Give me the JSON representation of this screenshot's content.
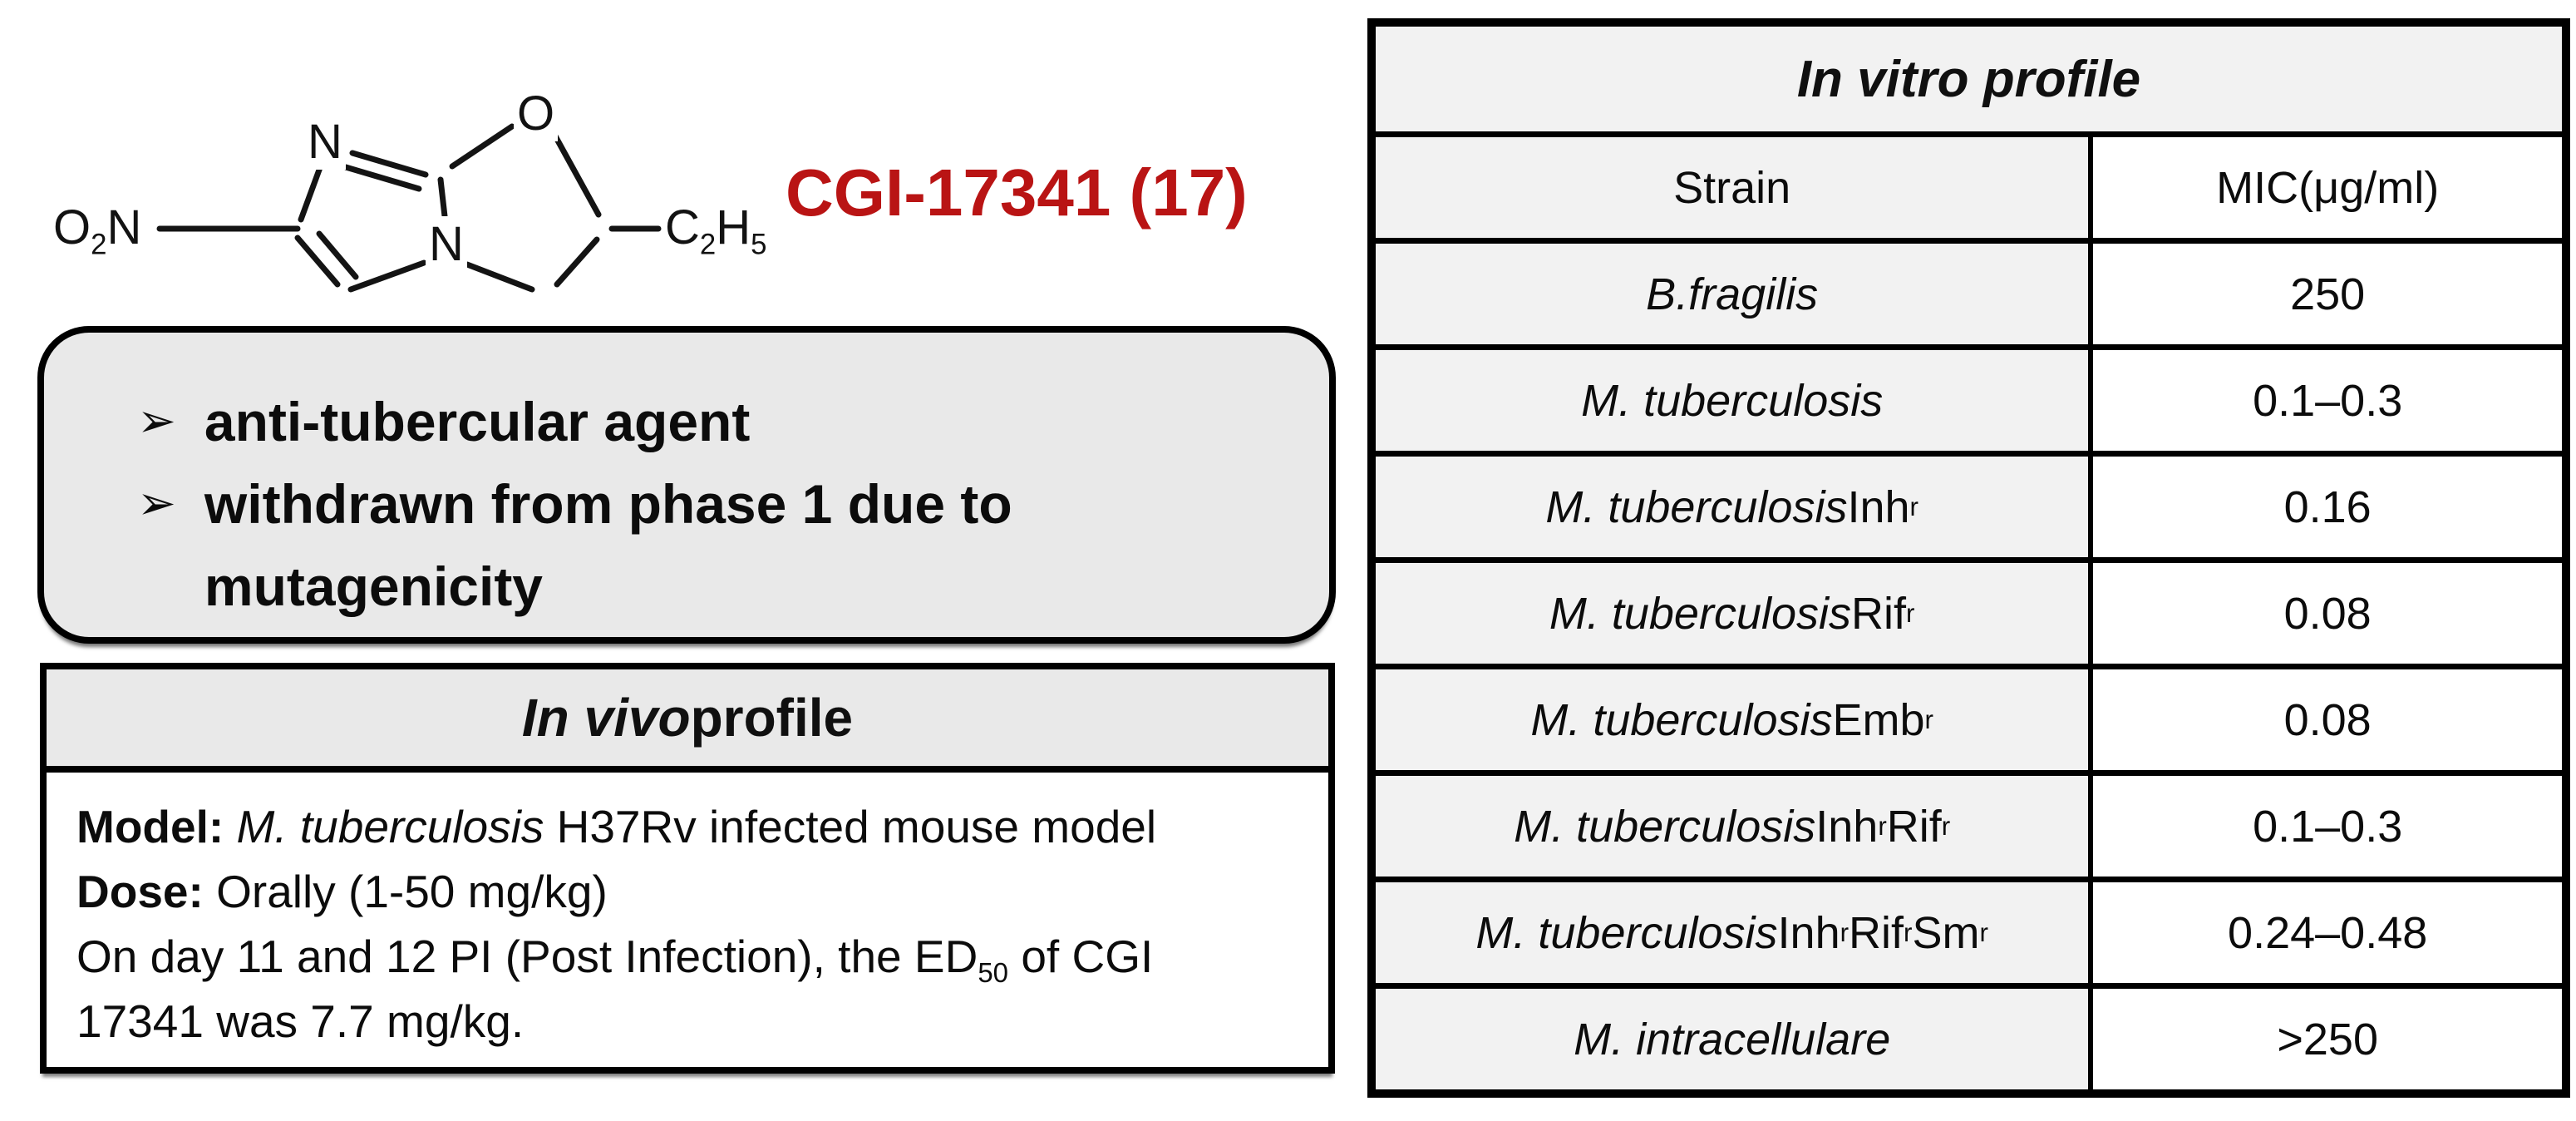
{
  "colors": {
    "accent_red": "#b91414",
    "box_gray": "#e9e9e9",
    "table_gray": "#f2f2f2",
    "border_black": "#000000"
  },
  "compound": {
    "title": "CGI-17341 (17)",
    "atoms": {
      "nitro": [
        {
          "t": "O"
        },
        {
          "t": "2",
          "sub": true
        },
        {
          "t": "N"
        }
      ],
      "n_top": [
        {
          "t": "N"
        }
      ],
      "o_top": [
        {
          "t": "O"
        }
      ],
      "n_bottom": [
        {
          "t": "N"
        }
      ],
      "ethyl": [
        {
          "t": "C"
        },
        {
          "t": "2",
          "sub": true
        },
        {
          "t": "H"
        },
        {
          "t": "5",
          "sub": true
        }
      ]
    }
  },
  "highlights": {
    "bullet_char": "➢",
    "items": [
      "anti-tubercular agent",
      "withdrawn from phase 1 due to mutagenicity"
    ]
  },
  "invivo": {
    "header": [
      {
        "t": "In vivo",
        "i": true
      },
      {
        "t": " profile"
      }
    ],
    "lines": [
      [
        {
          "t": "Model:",
          "b": true
        },
        {
          "t": " "
        },
        {
          "t": "M. tuberculosis",
          "i": true
        },
        {
          "t": " H37Rv infected mouse model"
        }
      ],
      [
        {
          "t": "Dose:",
          "b": true
        },
        {
          "t": " Orally (1-50 mg/kg)"
        }
      ],
      [
        {
          "t": "On day 11 and 12 PI (Post Infection), the ED"
        },
        {
          "t": "50",
          "sub": true
        },
        {
          "t": " of CGI"
        }
      ],
      [
        {
          "t": "17341 was 7.7 mg/kg."
        }
      ]
    ]
  },
  "invitro": {
    "title": [
      {
        "t": "In vitro profile"
      }
    ],
    "columns": [
      "Strain",
      "MIC(μg/ml)"
    ],
    "rows": [
      {
        "strain": [
          {
            "t": "B.fragilis",
            "i": true
          }
        ],
        "mic": "250"
      },
      {
        "strain": [
          {
            "t": "M. tuberculosis",
            "i": true
          }
        ],
        "mic": "0.1–0.3"
      },
      {
        "strain": [
          {
            "t": "M. tuberculosis",
            "i": true
          },
          {
            "t": " Inh"
          },
          {
            "t": "r",
            "sup": true
          }
        ],
        "mic": "0.16"
      },
      {
        "strain": [
          {
            "t": "M. tuberculosis",
            "i": true
          },
          {
            "t": " Rif"
          },
          {
            "t": "r",
            "sup": true
          }
        ],
        "mic": "0.08"
      },
      {
        "strain": [
          {
            "t": "M. tuberculosis",
            "i": true
          },
          {
            "t": " Emb"
          },
          {
            "t": "r",
            "sup": true
          }
        ],
        "mic": "0.08"
      },
      {
        "strain": [
          {
            "t": "M. tuberculosis",
            "i": true
          },
          {
            "t": " Inh"
          },
          {
            "t": "r",
            "sup": true
          },
          {
            "t": " Rif"
          },
          {
            "t": "r",
            "sup": true
          }
        ],
        "mic": "0.1–0.3"
      },
      {
        "strain": [
          {
            "t": "M. tuberculosis",
            "i": true
          },
          {
            "t": " Inh"
          },
          {
            "t": "r",
            "sup": true
          },
          {
            "t": " Rif"
          },
          {
            "t": "r",
            "sup": true
          },
          {
            "t": " Sm"
          },
          {
            "t": "r",
            "sup": true
          }
        ],
        "mic": "0.24–0.48"
      },
      {
        "strain": [
          {
            "t": "M. intracellulare",
            "i": true
          }
        ],
        "mic": ">250"
      }
    ]
  }
}
